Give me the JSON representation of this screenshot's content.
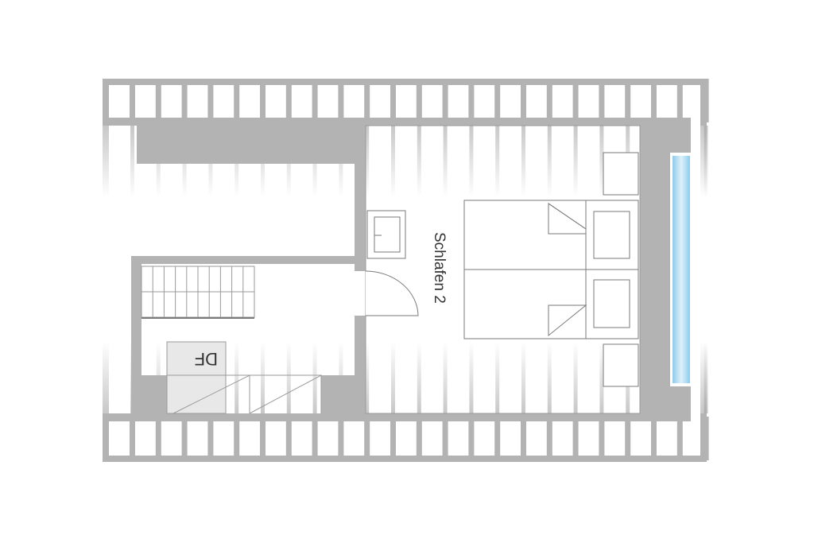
{
  "plan": {
    "room_label": "Schlafen 2",
    "stair_label": "DF",
    "colors": {
      "wall": "#b3b3b3",
      "line": "#7a7a7a",
      "thin_line": "#8c8c8c",
      "window_glass": "#bfe3f7",
      "window_edge": "#8ccbed",
      "background": "#ffffff",
      "stair_fill": "#e8e8e8"
    },
    "icons": [
      "rafter-pattern",
      "door-swing",
      "double-bed",
      "pillow",
      "nightstand",
      "wash-basin",
      "staircase",
      "skylight-window"
    ]
  }
}
